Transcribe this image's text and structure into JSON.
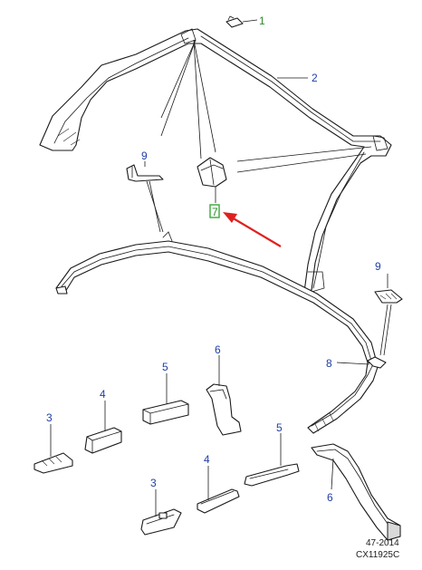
{
  "colors": {
    "callout_green": "#2e8b2e",
    "callout_blue": "#1f3fa6",
    "callout_highlight": "#3aa83a",
    "arrow_red": "#e02020",
    "line": "#1a1a1a"
  },
  "callouts": [
    {
      "id": "c1",
      "label": "1",
      "color": "green"
    },
    {
      "id": "c2",
      "label": "2",
      "color": "blue"
    },
    {
      "id": "c9a",
      "label": "9",
      "color": "blue"
    },
    {
      "id": "c7",
      "label": "7",
      "color": "green",
      "highlighted": true
    },
    {
      "id": "c9b",
      "label": "9",
      "color": "blue"
    },
    {
      "id": "c8",
      "label": "8",
      "color": "blue"
    },
    {
      "id": "c6a",
      "label": "6",
      "color": "blue"
    },
    {
      "id": "c5a",
      "label": "5",
      "color": "blue"
    },
    {
      "id": "c4a",
      "label": "4",
      "color": "blue"
    },
    {
      "id": "c3a",
      "label": "3",
      "color": "blue"
    },
    {
      "id": "c5b",
      "label": "5",
      "color": "blue"
    },
    {
      "id": "c4b",
      "label": "4",
      "color": "blue"
    },
    {
      "id": "c3b",
      "label": "3",
      "color": "blue"
    },
    {
      "id": "c6b",
      "label": "6",
      "color": "blue"
    }
  ],
  "footer": {
    "line1": "47-2014",
    "line2": "CX11925C"
  },
  "pointer": {
    "target": "7",
    "color": "red"
  }
}
